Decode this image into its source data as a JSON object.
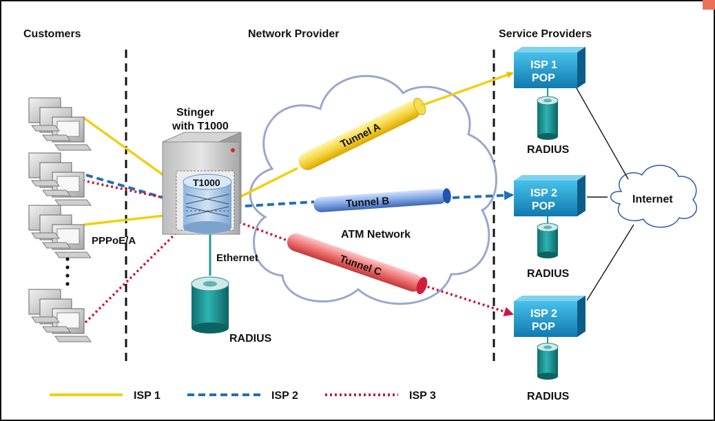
{
  "sections": {
    "customers": "Customers",
    "network_provider": "Network Provider",
    "service_providers": "Service Providers"
  },
  "switch": {
    "title_line1": "Stinger",
    "title_line2": "with T1000",
    "card_label": "T1000"
  },
  "labels": {
    "pppoe": "PPPoE/A",
    "ethernet": "Ethernet",
    "atm": "ATM Network",
    "internet": "Internet"
  },
  "tunnels": {
    "a": "Tunnel A",
    "b": "Tunnel B",
    "c": "Tunnel C"
  },
  "pops": [
    {
      "line1": "ISP 1",
      "line2": "POP"
    },
    {
      "line1": "ISP 2",
      "line2": "POP"
    },
    {
      "line1": "ISP 2",
      "line2": "POP"
    }
  ],
  "radius": {
    "central": "RADIUS",
    "pop1": "RADIUS",
    "pop2": "RADIUS",
    "pop3": "RADIUS"
  },
  "legend": [
    {
      "label": "ISP 1",
      "style": "solid",
      "color": "#f2cf0e"
    },
    {
      "label": "ISP 2",
      "style": "dashed",
      "color": "#1f6fb8"
    },
    {
      "label": "ISP 3",
      "style": "dotted",
      "color": "#c8183f"
    }
  ],
  "colors": {
    "isp1": "#f2cf0e",
    "isp2": "#1f6fb8",
    "isp3": "#c8183f",
    "cloud_stroke": "#9aa6cf",
    "pop_fill": "#1e9fd0",
    "radius_fill": "#1f9a9a",
    "accent": "#e8735a"
  }
}
